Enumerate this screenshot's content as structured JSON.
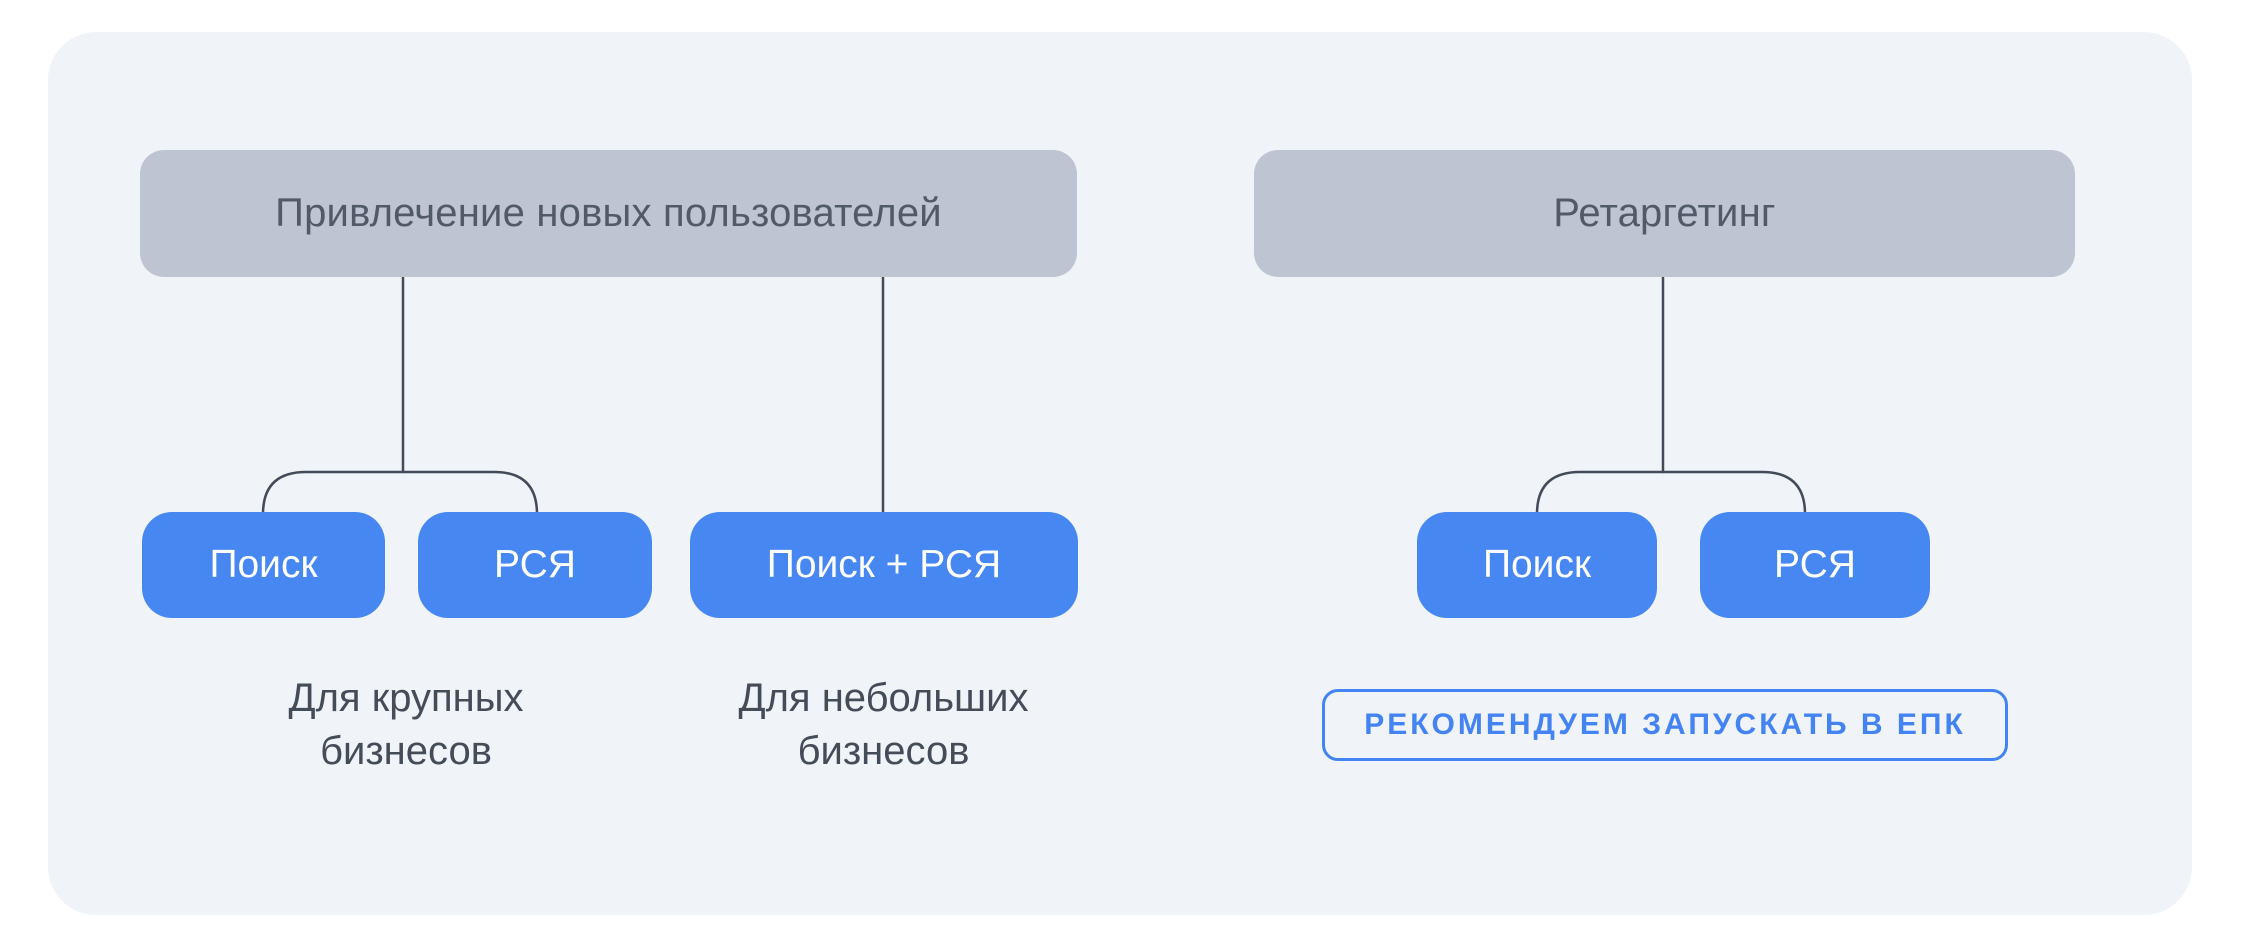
{
  "colors": {
    "page_bg": "#ffffff",
    "panel_bg": "#f0f3f8",
    "header_node_bg": "#bec4d2",
    "header_node_text": "#515a68",
    "channel_node_bg": "#4687f1",
    "channel_node_text": "#ffffff",
    "connector": "#434b59",
    "label_text": "#454c59",
    "badge_accent": "#4483f2"
  },
  "diagram": {
    "groups": [
      {
        "title": "Привлечение новых пользователей",
        "channels": [
          "Поиск",
          "РСЯ",
          "Поиск + РСЯ"
        ],
        "notes": [
          "Для крупных бизнесов",
          "Для небольших бизнесов"
        ]
      },
      {
        "title": "Ретаргетинг",
        "channels": [
          "Поиск",
          "РСЯ"
        ],
        "badge": "РЕКОМЕНДУЕМ ЗАПУСКАТЬ В ЕПК"
      }
    ]
  }
}
